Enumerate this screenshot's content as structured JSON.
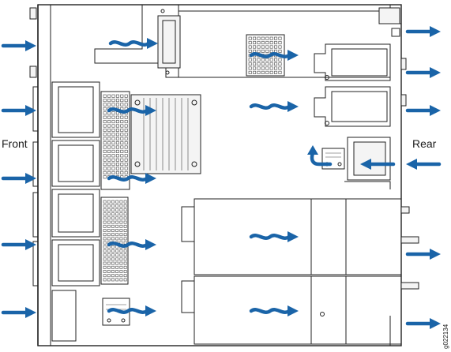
{
  "diagram": {
    "front_label": "Front",
    "rear_label": "Rear",
    "figure_id": "g022134",
    "arrow_color": "#1a64a8"
  }
}
